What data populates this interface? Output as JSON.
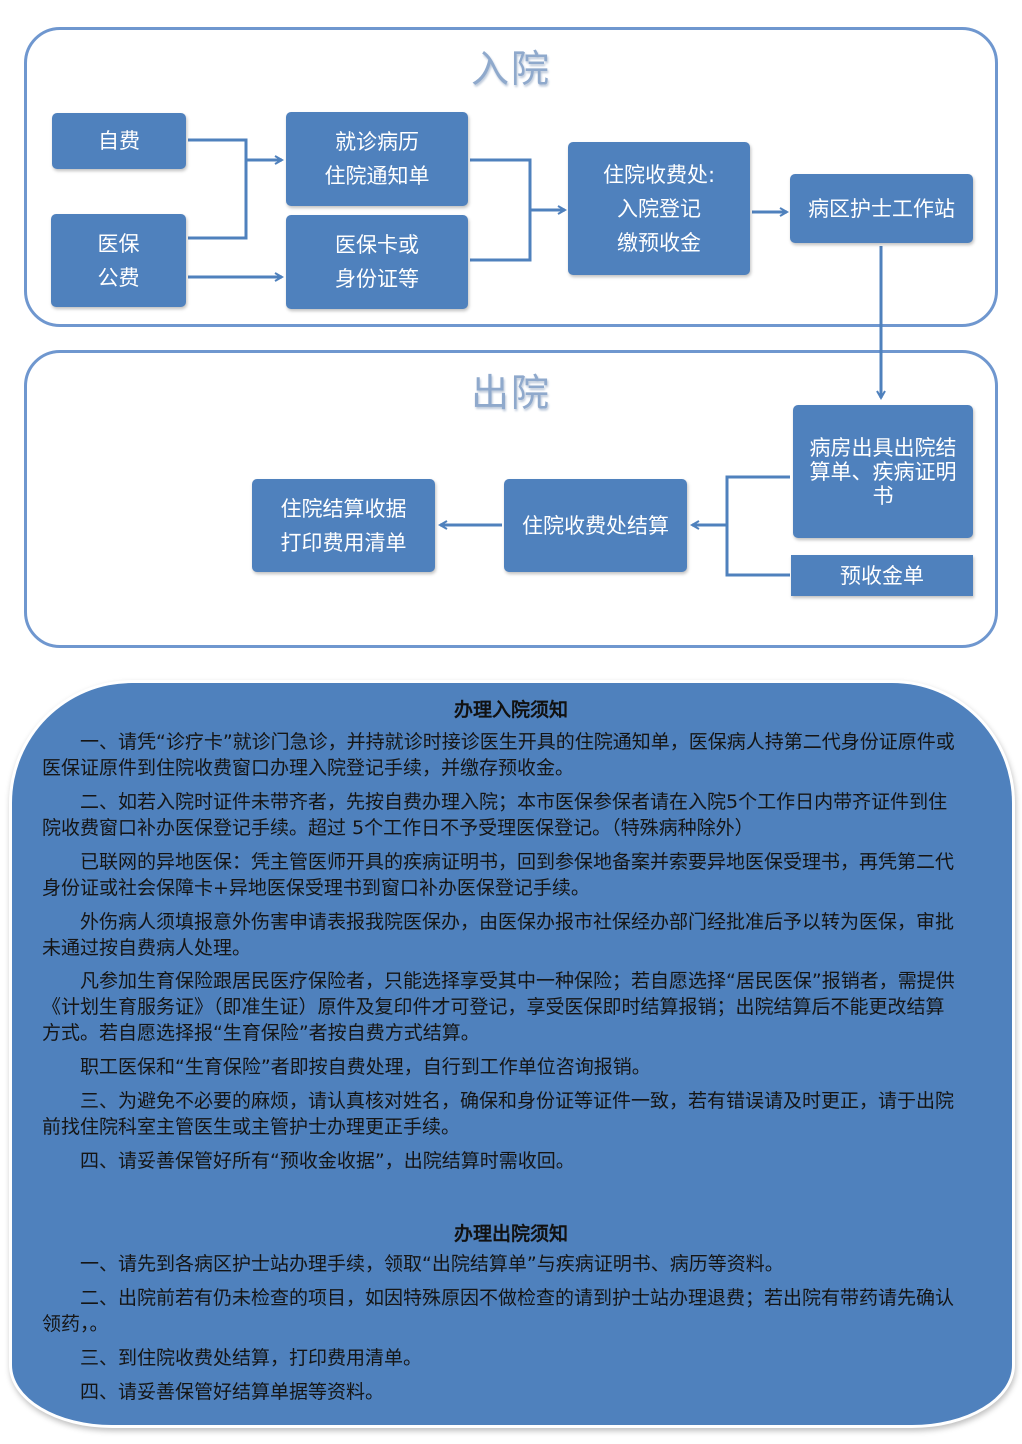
{
  "admission": {
    "title": "入院",
    "boxes": {
      "self_pay": "自费",
      "insurance": "医保\n公费",
      "records": "就诊病历\n住院通知单",
      "cards": "医保卡或\n身份证等",
      "cashier": "住院收费处:\n入院登记\n缴预收金",
      "nurse_station": "病区护士工作站"
    }
  },
  "discharge": {
    "title": "出院",
    "boxes": {
      "ward": "病房出具出院结\n算单、疾病证明\n书",
      "deposit": "预收金单",
      "settle": "住院收费处结算",
      "receipt": "住院结算收据\n打印费用清单"
    }
  },
  "notes": {
    "admission_title": "办理入院须知",
    "admission_items": [
      "一、请凭“诊疗卡”就诊门急诊，并持就诊时接诊医生开具的住院通知单，医保病人持第二代身份证原件或医保证原件到住院收费窗口办理入院登记手续，并缴存预收金。",
      "二、如若入院时证件未带齐者，先按自费办理入院；本市医保参保者请在入院5个工作日内带齐证件到住院收费窗口补办医保登记手续。超过 5个工作日不予受理医保登记。（特殊病种除外）",
      "已联网的异地医保：凭主管医师开具的疾病证明书，回到参保地备案并索要异地医保受理书，再凭第二代身份证或社会保障卡+异地医保受理书到窗口补办医保登记手续。",
      "外伤病人须填报意外伤害申请表报我院医保办，由医保办报市社保经办部门经批准后予以转为医保，审批未通过按自费病人处理。",
      "凡参加生育保险跟居民医疗保险者，只能选择享受其中一种保险；若自愿选择“居民医保”报销者，需提供《计划生育服务证》（即准生证）原件及复印件才可登记，享受医保即时结算报销；出院结算后不能更改结算方式。若自愿选择报“生育保险”者按自费方式结算。",
      "职工医保和“生育保险”者即按自费处理，自行到工作单位咨询报销。",
      "三、为避免不必要的麻烦，请认真核对姓名，确保和身份证等证件一致，若有错误请及时更正，请于出院前找住院科室主管医生或主管护士办理更正手续。",
      "四、请妥善保管好所有“预收金收据”，出院结算时需收回。"
    ],
    "discharge_title": "办理出院须知",
    "discharge_items": [
      "一、请先到各病区护士站办理手续，领取“出院结算单”与疾病证明书、病历等资料。",
      "二、出院前若有仍未检查的项目，如因特殊原因不做检查的请到护士站办理退费；若出院有带药请先确认领药，。",
      "三、到住院收费处结算，打印费用清单。",
      "四、请妥善保管好结算单据等资料。"
    ]
  },
  "colors": {
    "box": "#4f81bd",
    "panel_border": "#6f97cf",
    "arrow": "#4f81bd",
    "notes_bg": "#4f81bd"
  }
}
